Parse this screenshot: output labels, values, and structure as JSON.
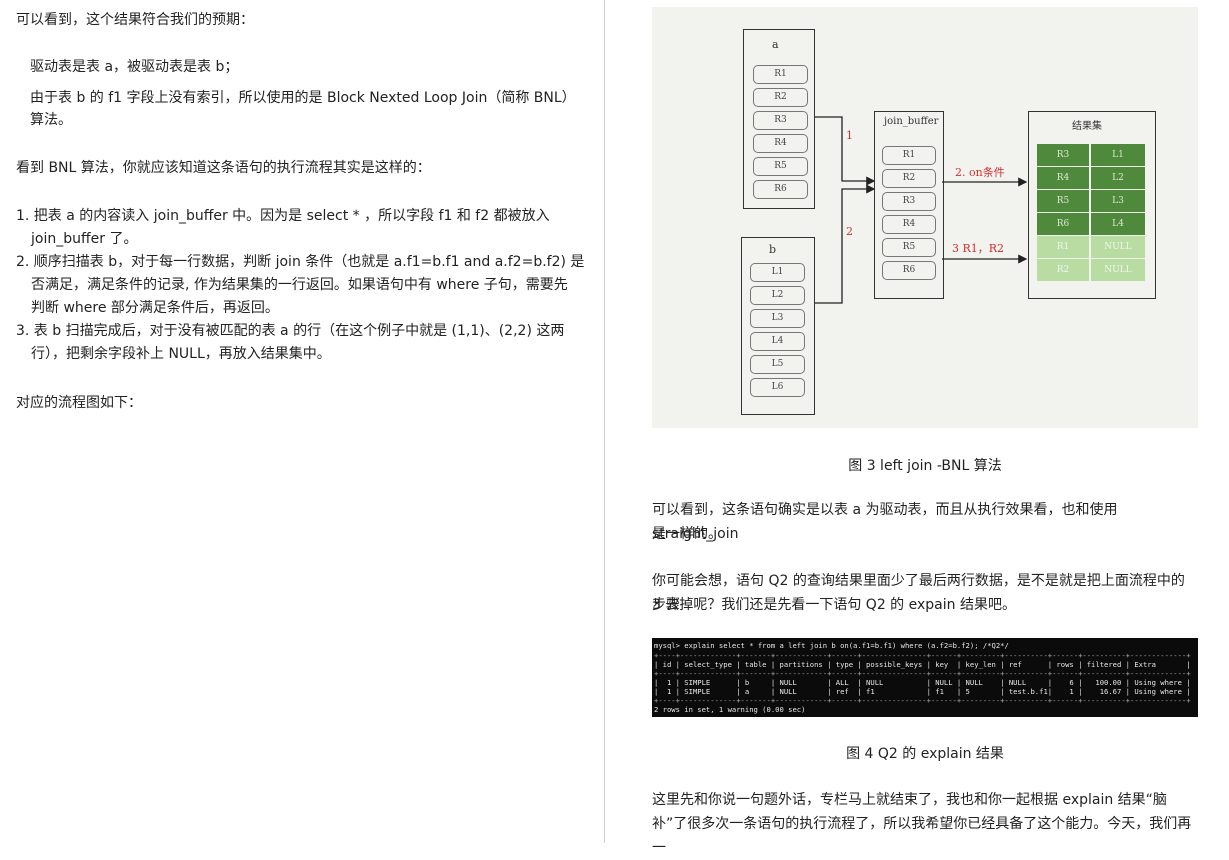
{
  "left": {
    "intro": "可以看到，这个结果符合我们的预期：",
    "point1": "驱动表是表 a，被驱动表是表 b；",
    "point2_line1": "由于表 b 的 f1 字段上没有索引，所以使用的是 Block Nexted Loop Join（简称 BNL）",
    "point2_line2": "算法。",
    "bnl_intro": "看到 BNL 算法，你就应该知道这条语句的执行流程其实是这样的：",
    "steps": [
      {
        "line1": "1. 把表 a 的内容读入 join_buffer 中。因为是 select * ，所以字段 f1 和 f2 都被放入",
        "line2": "join_buffer 了。"
      },
      {
        "line1": "2. 顺序扫描表 b，对于每一行数据，判断 join 条件（也就是 a.f1=b.f1 and a.f2=b.f2) 是",
        "line2": "否满足，满足条件的记录, 作为结果集的一行返回。如果语句中有 where 子句，需要先",
        "line3": "判断 where 部分满足条件后，再返回。"
      },
      {
        "line1": "3. 表 b 扫描完成后，对于没有被匹配的表 a 的行（在这个例子中就是 (1,1)、(2,2) 这两",
        "line2": "行），把剩余字段补上 NULL，再放入结果集中。"
      }
    ],
    "flow_intro": "对应的流程图如下："
  },
  "diagram": {
    "table_a_label": "a",
    "table_a_rows": [
      "R1",
      "R2",
      "R3",
      "R4",
      "R5",
      "R6"
    ],
    "table_b_label": "b",
    "table_b_rows": [
      "L1",
      "L2",
      "L3",
      "L4",
      "L5",
      "L6"
    ],
    "buffer_label": "join_buffer",
    "buffer_rows": [
      "R1",
      "R2",
      "R3",
      "R4",
      "R5",
      "R6"
    ],
    "result_label": "结果集",
    "result_rows": [
      {
        "left": "R3",
        "right": "L1",
        "matched": true
      },
      {
        "left": "R4",
        "right": "L2",
        "matched": true
      },
      {
        "left": "R5",
        "right": "L3",
        "matched": true
      },
      {
        "left": "R6",
        "right": "L4",
        "matched": true
      },
      {
        "left": "R1",
        "right": "NULL",
        "matched": false
      },
      {
        "left": "R2",
        "right": "NULL",
        "matched": false
      }
    ],
    "arrow1_label": "1",
    "arrow2_label": "2",
    "arrow_on_label": "2. on条件",
    "arrow3_label": "3 R1，R2",
    "colors": {
      "matched": "#4f8a3c",
      "unmatched": "#b9dca3",
      "annotation": "#d03030"
    }
  },
  "right": {
    "fig3_caption": "图 3 left join -BNL 算法",
    "para1_line1": "可以看到，这条语句确实是以表 a 为驱动表，而且从执行效果看，也和使用 straight_join",
    "para1_line2": "是一样的。",
    "para2_line1": "你可能会想，语句 Q2 的查询结果里面少了最后两行数据，是不是就是把上面流程中的步骤",
    "para2_line2": "3 去掉呢？我们还是先看一下语句 Q2 的 expain 结果吧。",
    "terminal": {
      "command": "mysql> explain select * from a left join b on(a.f1=b.f1) where (a.f2=b.f2); /*Q2*/",
      "separator": "+----+-------------+-------+------------+------+---------------+------+---------+----------+------+----------+-------------+",
      "header": "| id | select_type | table | partitions | type | possible_keys | key  | key_len | ref      | rows | filtered | Extra       |",
      "row1": "|  1 | SIMPLE      | b     | NULL       | ALL  | NULL          | NULL | NULL    | NULL     |    6 |   100.00 | Using where |",
      "row2": "|  1 | SIMPLE      | a     | NULL       | ref  | f1            | f1   | 5       | test.b.f1|    1 |    16.67 | Using where |",
      "footer": "2 rows in set, 1 warning (0.00 sec)"
    },
    "fig4_caption": "图 4 Q2 的 explain 结果",
    "para3_line1": "这里先和你说一句题外话，专栏马上就结束了，我也和你一起根据 explain 结果“脑",
    "para3_line2": "补”了很多次一条语句的执行流程了，所以我希望你已经具备了这个能力。今天，我们再一"
  }
}
